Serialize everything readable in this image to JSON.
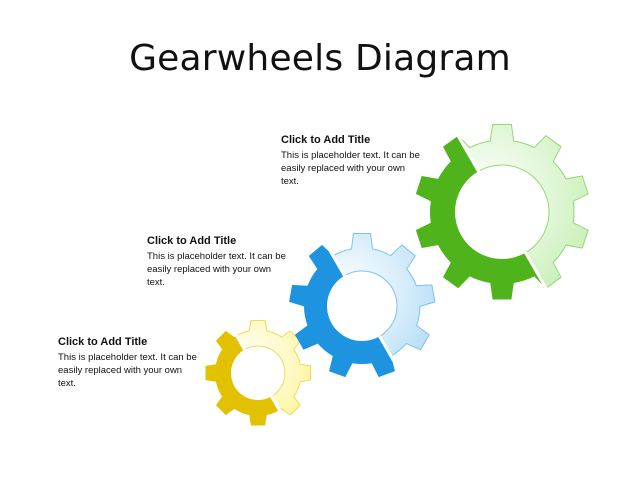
{
  "title": "Gearwheels Diagram",
  "callouts": [
    {
      "title": "Click to Add Title",
      "text": "This is placeholder text.  It can be easily replaced with your own text."
    },
    {
      "title": "Click to Add Title",
      "text": "This is placeholder text.  It can be easily replaced with your own text."
    },
    {
      "title": "Click to Add Title",
      "text": "This is placeholder text.  It can be easily replaced with your own text."
    }
  ],
  "gears": [
    {
      "name": "yellow-gear",
      "light": "#fdf59a",
      "dark": "#e2c100",
      "rim": "#eedd55"
    },
    {
      "name": "blue-gear",
      "light": "#b3dcf6",
      "dark": "#1e94e0",
      "rim": "#7cc2ee"
    },
    {
      "name": "green-gear",
      "light": "#c6efb4",
      "dark": "#4fb31b",
      "rim": "#94d778"
    }
  ]
}
